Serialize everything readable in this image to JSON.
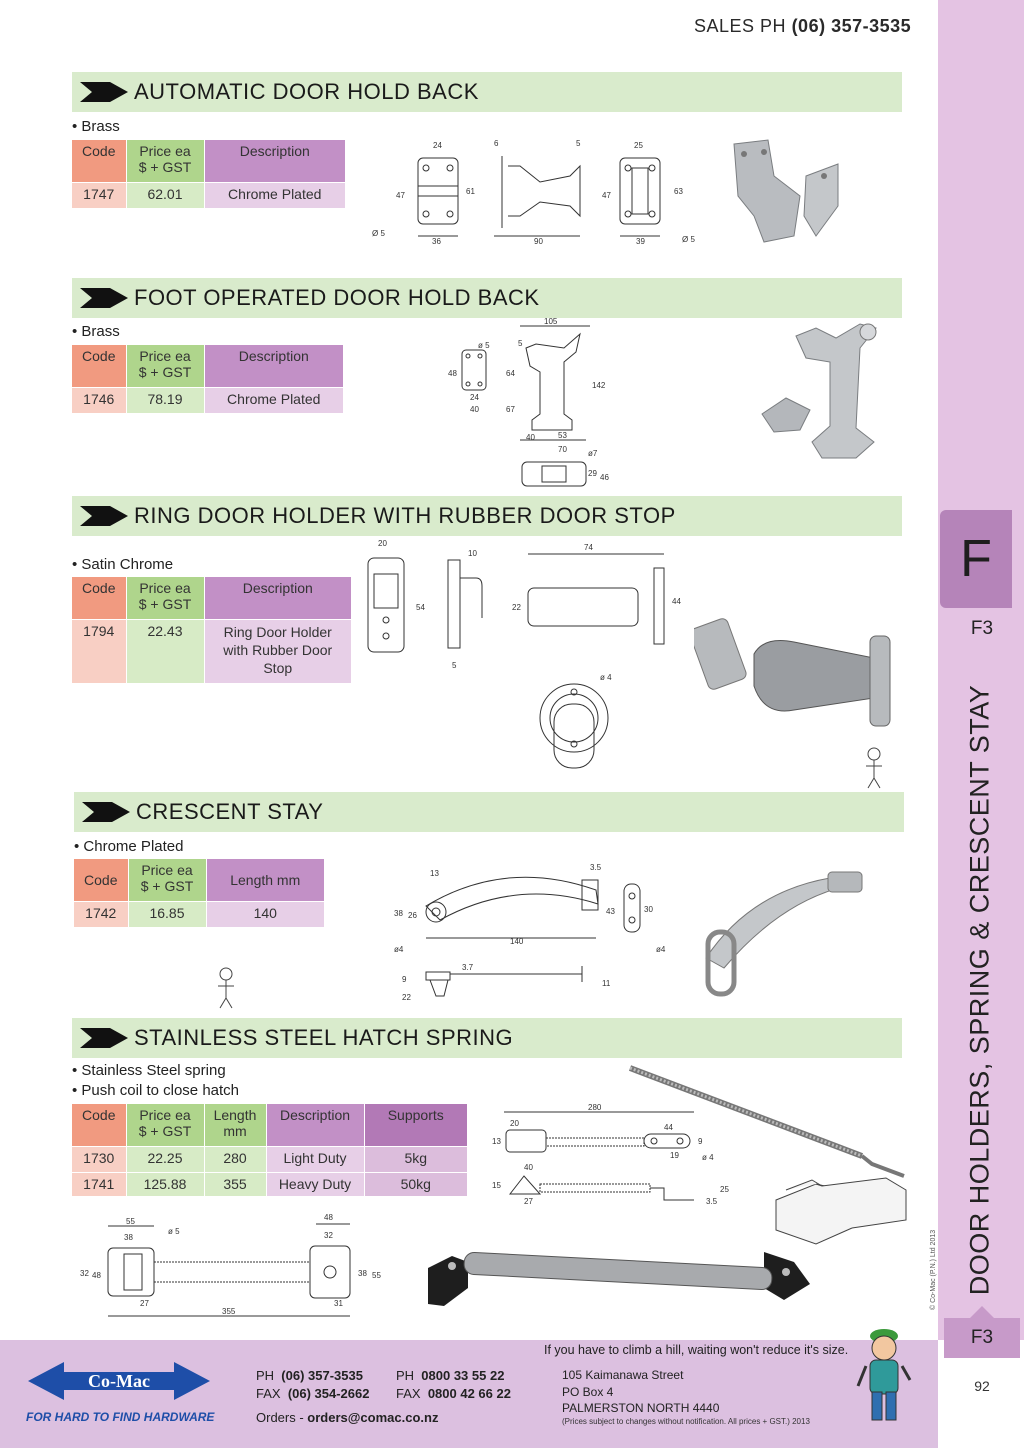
{
  "header": {
    "sales_label": "SALES  PH",
    "sales_phone": "(06) 357-3535"
  },
  "sidebar": {
    "section_letter": "F",
    "section_code": "F3",
    "vertical_title": "DOOR HOLDERS, SPRING & CRESCENT STAY",
    "copyright": "© Co-Mac (P.N.) Ltd 2013",
    "page_tab": "F3",
    "page_number": "92"
  },
  "sections": [
    {
      "title": "AUTOMATIC DOOR HOLD BACK",
      "bullets": [
        "• Brass"
      ],
      "headers": {
        "code": "Code",
        "price": "Price ea\n$ + GST",
        "desc": "Description"
      },
      "rows": [
        {
          "code": "1747",
          "price": "62.01",
          "desc": "Chrome Plated"
        }
      ]
    },
    {
      "title": "FOOT OPERATED DOOR HOLD BACK",
      "bullets": [
        "• Brass"
      ],
      "headers": {
        "code": "Code",
        "price": "Price ea\n$ + GST",
        "desc": "Description"
      },
      "rows": [
        {
          "code": "1746",
          "price": "78.19",
          "desc": "Chrome Plated"
        }
      ]
    },
    {
      "title": "RING DOOR HOLDER WITH RUBBER DOOR STOP",
      "bullets": [
        "• Satin Chrome"
      ],
      "headers": {
        "code": "Code",
        "price": "Price ea\n$ + GST",
        "desc": "Description"
      },
      "rows": [
        {
          "code": "1794",
          "price": "22.43",
          "desc": "Ring Door Holder\nwith Rubber Door\nStop"
        }
      ]
    },
    {
      "title": "CRESCENT STAY",
      "bullets": [
        "• Chrome Plated"
      ],
      "headers": {
        "code": "Code",
        "price": "Price ea\n$ + GST",
        "desc": "Length mm"
      },
      "rows": [
        {
          "code": "1742",
          "price": "16.85",
          "desc": "140"
        }
      ]
    },
    {
      "title": "STAINLESS STEEL HATCH SPRING",
      "bullets": [
        "• Stainless Steel spring",
        "• Push coil to close hatch"
      ],
      "headers": {
        "code": "Code",
        "price": "Price ea\n$ + GST",
        "length": "Length\nmm",
        "desc": "Description",
        "supports": "Supports"
      },
      "rows": [
        {
          "code": "1730",
          "price": "22.25",
          "length": "280",
          "desc": "Light Duty",
          "supports": "5kg"
        },
        {
          "code": "1741",
          "price": "125.88",
          "length": "355",
          "desc": "Heavy Duty",
          "supports": "50kg"
        }
      ]
    }
  ],
  "diagram_labels": {
    "auto": [
      "24",
      "47",
      "61",
      "6",
      "5",
      "90",
      "25",
      "47",
      "63",
      "36",
      "39",
      "Ø 5",
      "Ø 5"
    ],
    "foot": [
      "105",
      "ø 5",
      "5",
      "48",
      "64",
      "142",
      "24",
      "40",
      "67",
      "40",
      "53",
      "70",
      "ø7",
      "29",
      "46"
    ],
    "ring": [
      "20",
      "10",
      "74",
      "54",
      "22",
      "44",
      "5",
      "ø 4"
    ],
    "crescent": [
      "13",
      "3.5",
      "38",
      "26",
      "43",
      "30",
      "140",
      "ø4",
      "ø4",
      "9",
      "3.7",
      "22",
      "11"
    ],
    "hatch_small": [
      "280",
      "20",
      "44",
      "13",
      "9",
      "19",
      "ø 4",
      "40",
      "15",
      "27",
      "25",
      "3.5"
    ],
    "hatch_large": [
      "55",
      "38",
      "ø 5",
      "48",
      "32",
      "48",
      "32",
      "38",
      "55",
      "27",
      "31",
      "355"
    ]
  },
  "footer": {
    "tagline": "If you have to climb a hill, waiting won't reduce it's size.",
    "logo_text": "Co-Mac",
    "brand_tag": "FOR HARD TO FIND HARDWARE",
    "ph_label": "PH",
    "ph": "(06) 357-3535",
    "fax_label": "FAX",
    "fax": "(06) 354-2662",
    "ph2_label": "PH",
    "ph2": "0800 33 55 22",
    "fax2_label": "FAX",
    "fax2": "0800 42 66 22",
    "orders_label": "Orders -",
    "orders": "orders@comac.co.nz",
    "address1": "105 Kaimanawa Street",
    "address2": "PO Box 4",
    "address3": "PALMERSTON NORTH 4440",
    "note": "(Prices subject to changes without notification.  All prices + GST.)  2013"
  },
  "colors": {
    "section_bar": "#d9ebcc",
    "sidebar": "#e4c3e3",
    "code_header": "#f19a80",
    "price_header": "#afd58c",
    "desc_header": "#c290c6",
    "logo_blue": "#1e4ea8"
  }
}
